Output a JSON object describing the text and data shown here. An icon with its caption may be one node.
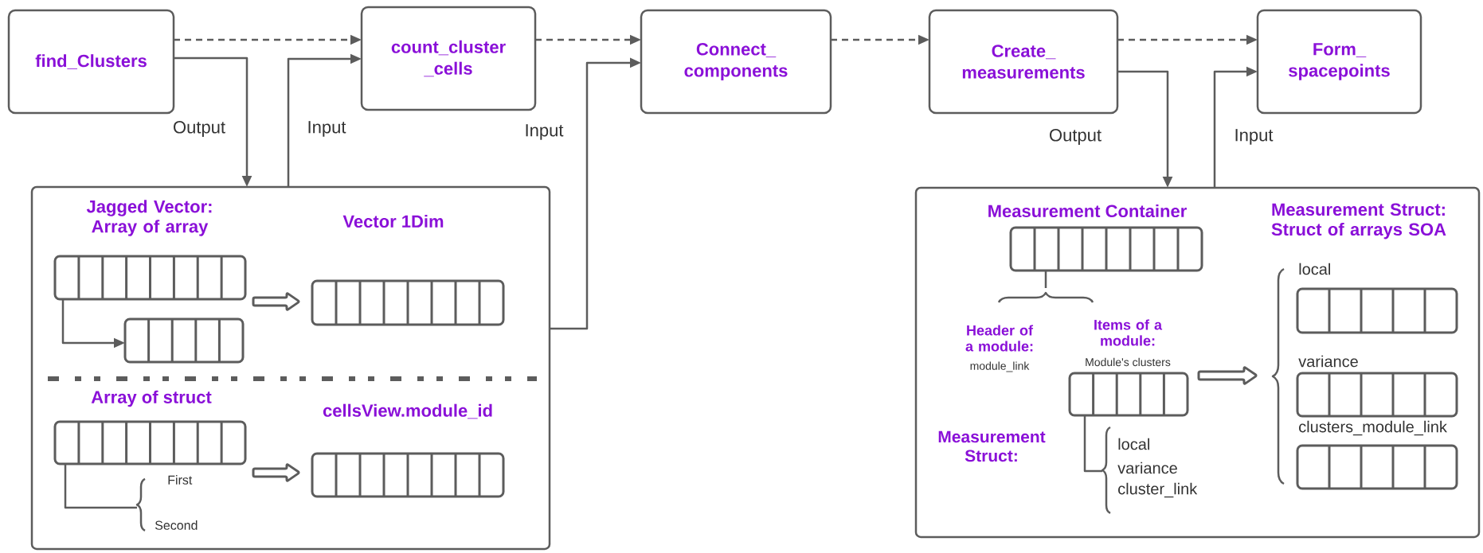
{
  "diagram": {
    "nodes": [
      {
        "text": [
          "find_Clusters"
        ]
      },
      {
        "text": [
          "count_cluster _cells"
        ]
      },
      {
        "text": [
          "Connect_ components"
        ]
      },
      {
        "text": [
          "Create_ measurements"
        ]
      },
      {
        "text": [
          "Form_ spacepoints"
        ]
      },
      {
        "text": [],
        "shape": "box"
      },
      {
        "text": [],
        "shape": "box",
        "in": 5,
        "beside": [
          "Jagged Vector: Array of array"
        ]
      },
      {
        "text": [],
        "shape": "box",
        "in": 5
      },
      {
        "text": [],
        "shape": "box",
        "in": 5,
        "beside": [
          "Vector 1Dim"
        ]
      },
      {
        "text": [],
        "shape": "box",
        "in": 5,
        "beside": [
          "Array of struct"
        ]
      },
      {
        "text": [],
        "shape": "box",
        "in": 5,
        "beside": [
          "cellsView.module_id"
        ]
      },
      {
        "text": [],
        "shape": "box"
      },
      {
        "text": [],
        "shape": "box",
        "in": 11,
        "beside": [
          "Measurement Container"
        ]
      },
      {
        "text": [],
        "shape": "box",
        "in": 11,
        "beside": [
          "Items of a module:",
          "Module's clusters"
        ]
      },
      {
        "text": [],
        "shape": "box",
        "in": 11,
        "beside": [
          "local"
        ]
      },
      {
        "text": [],
        "shape": "box",
        "in": 11,
        "beside": [
          "variance"
        ]
      },
      {
        "text": [],
        "shape": "box",
        "in": 11,
        "beside": [
          "clusters_module_link"
        ]
      }
    ],
    "edges": [
      {
        "from": 0,
        "to": 1,
        "arrow": "to",
        "style": "dashed"
      },
      {
        "from": 1,
        "to": 2,
        "arrow": "to",
        "style": "dashed"
      },
      {
        "from": 2,
        "to": 3,
        "arrow": "to",
        "style": "dashed"
      },
      {
        "from": 3,
        "to": 4,
        "arrow": "to",
        "style": "dashed"
      },
      {
        "from": 0,
        "to": 5,
        "arrow": "to",
        "label": "Output"
      },
      {
        "from": 5,
        "to": 1,
        "arrow": "to",
        "label": "Input"
      },
      {
        "from": 5,
        "to": 2,
        "arrow": "to",
        "label": "Input"
      },
      {
        "from": 3,
        "to": 11,
        "arrow": "to",
        "label": "Output"
      },
      {
        "from": 11,
        "to": 4,
        "arrow": "to",
        "label": "Input"
      },
      {
        "from": 6,
        "to": 7,
        "arrow": "to"
      },
      {
        "from": 6,
        "to": 8,
        "arrow": "to",
        "style": "thick"
      },
      {
        "from": 9,
        "to": 10,
        "arrow": "to",
        "style": "thick"
      },
      {
        "from": 13,
        "to": null,
        "arrow": "to",
        "style": "thick"
      }
    ],
    "labels": [
      "First",
      "Second",
      "Measurement Struct: Struct of arrays SOA",
      "Header of a module:",
      "module_link",
      "Measurement Struct:",
      "local",
      "variance",
      "cluster_link"
    ]
  }
}
